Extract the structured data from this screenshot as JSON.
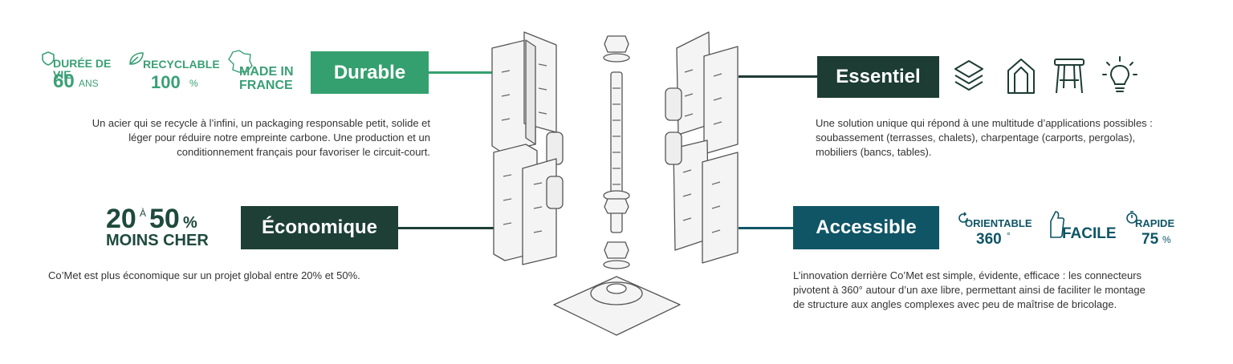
{
  "colors": {
    "durable": "#35a06f",
    "economique": "#1e3f36",
    "essentiel": "#1c3c34",
    "accessible": "#0f5566"
  },
  "durable": {
    "label": "Durable",
    "badges": {
      "lifetime_top": "DURÉE DE VIE",
      "lifetime_value": "60",
      "lifetime_unit": "ANS",
      "recyclable_top": "RECYCLABLE",
      "recyclable_value": "100",
      "recyclable_unit": "%",
      "made_line1": "MADE IN",
      "made_line2": "FRANCE"
    },
    "text_lines": [
      "Un acier qui se recycle à l’infini, un packaging responsable petit, solide et",
      "léger pour réduire notre empreinte carbone. Une production et un",
      "conditionnement français pour favoriser le circuit-court."
    ]
  },
  "economique": {
    "label": "Économique",
    "badge": {
      "from": "20",
      "to_word": "à",
      "to": "50",
      "unit": "%",
      "line2": "MOINS CHER"
    },
    "text": "Co’Met est plus économique sur un projet global entre 20% et 50%."
  },
  "essentiel": {
    "label": "Essentiel",
    "icons": [
      "layers-icon",
      "greenhouse-icon",
      "stool-icon",
      "lightbulb-icon"
    ],
    "text_lines": [
      "Une solution unique qui répond à une multitude d’applications possibles :",
      "soubassement (terrasses, chalets), charpentage (carports, pergolas),",
      "mobiliers (bancs, tables)."
    ]
  },
  "accessible": {
    "label": "Accessible",
    "badges": {
      "orientable_top": "ORIENTABLE",
      "orientable_value": "360",
      "orientable_unit": "°",
      "facile": "FACILE",
      "rapide_top": "RAPIDE",
      "rapide_value": "75",
      "rapide_unit": "%"
    },
    "text_lines": [
      "L’innovation derrière Co’Met est simple, évidente, efficace : les connecteurs",
      "pivotent à 360° autour d’un axe libre, permettant ainsi de faciliter le montage",
      "de structure aux angles complexes avec peu de maîtrise de bricolage."
    ]
  }
}
